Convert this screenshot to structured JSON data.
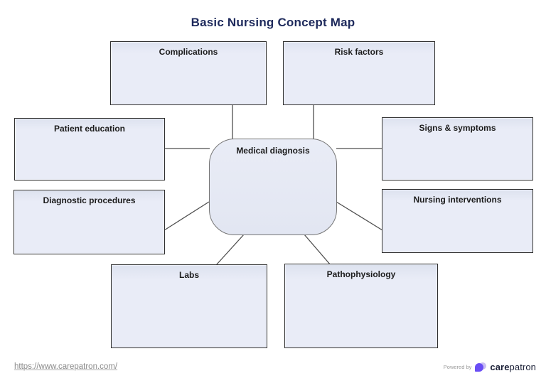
{
  "title": "Basic Nursing Concept Map",
  "center": {
    "label": "Medical diagnosis"
  },
  "nodes": {
    "complications": {
      "label": "Complications"
    },
    "risk_factors": {
      "label": "Risk factors"
    },
    "patient_education": {
      "label": "Patient education"
    },
    "signs_symptoms": {
      "label": "Signs & symptoms"
    },
    "diagnostic_procedures": {
      "label": "Diagnostic procedures"
    },
    "nursing_interventions": {
      "label": "Nursing interventions"
    },
    "labs": {
      "label": "Labs"
    },
    "pathophysiology": {
      "label": "Pathophysiology"
    }
  },
  "footer": {
    "link": "https://www.carepatron.com/",
    "powered_by": "Powered by",
    "brand_bold": "care",
    "brand_regular": "patron"
  },
  "colors": {
    "title_text": "#1e2a5c",
    "box_fill": "#e9ecf7",
    "box_border": "#2f2f2f",
    "center_border": "#767676",
    "connector_line": "#4d4d4d",
    "link_text": "#8a8a8a",
    "brand_purple": "#6a4ef5",
    "brand_lavender": "#c9bef3",
    "brand_text": "#1a1f36"
  },
  "icons": {
    "carepatron_logo": "carepatron-logo-icon"
  }
}
